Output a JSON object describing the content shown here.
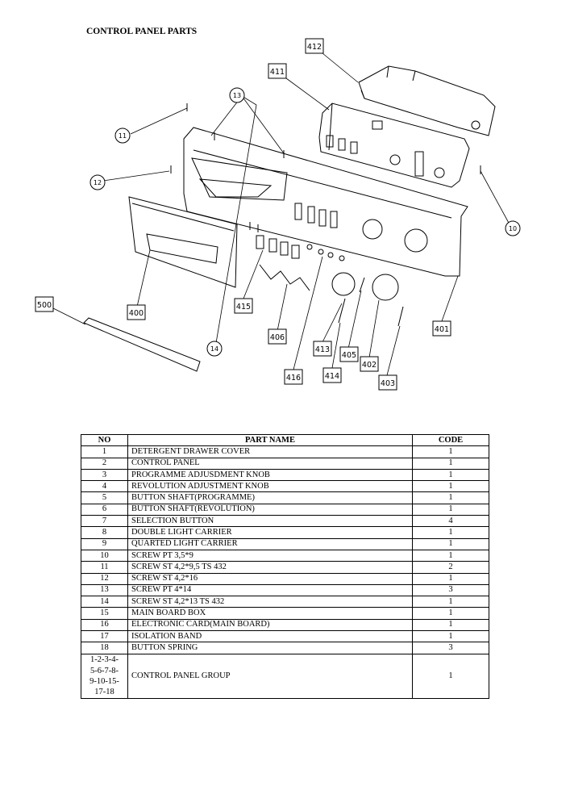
{
  "page_title": "CONTROL PANEL PARTS",
  "diagram": {
    "box_labels": [
      "412",
      "411",
      "500",
      "400",
      "415",
      "406",
      "413",
      "405",
      "402",
      "401",
      "416",
      "414",
      "403"
    ],
    "circle_labels": [
      "11",
      "12",
      "13",
      "14",
      "10"
    ]
  },
  "table": {
    "headers": {
      "no": "NO",
      "part_name": "PART NAME",
      "code": "CODE"
    },
    "rows": [
      {
        "no": "1",
        "name": "DETERGENT DRAWER COVER",
        "code": "1"
      },
      {
        "no": "2",
        "name": "CONTROL PANEL",
        "code": "1"
      },
      {
        "no": "3",
        "name": "PROGRAMME ADJUSDMENT KNOB",
        "code": "1"
      },
      {
        "no": "4",
        "name": "REVOLUTION ADJUSTMENT KNOB",
        "code": "1"
      },
      {
        "no": "5",
        "name": "BUTTON SHAFT(PROGRAMME)",
        "code": "1"
      },
      {
        "no": "6",
        "name": "BUTTON SHAFT(REVOLUTION)",
        "code": "1"
      },
      {
        "no": "7",
        "name": "SELECTION BUTTON",
        "code": "4"
      },
      {
        "no": "8",
        "name": "DOUBLE LIGHT CARRIER",
        "code": "1"
      },
      {
        "no": "9",
        "name": "QUARTED LIGHT CARRIER",
        "code": "1"
      },
      {
        "no": "10",
        "name": "SCREW PT 3,5*9",
        "code": "1"
      },
      {
        "no": "11",
        "name": "SCREW ST 4,2*9,5 TS 432",
        "code": "2"
      },
      {
        "no": "12",
        "name": "SCREW ST 4,2*16",
        "code": "1"
      },
      {
        "no": "13",
        "name": "SCREW PT 4*14",
        "code": "3"
      },
      {
        "no": "14",
        "name": "SCREW ST 4,2*13 TS 432",
        "code": "1"
      },
      {
        "no": "15",
        "name": "MAIN BOARD BOX",
        "code": "1"
      },
      {
        "no": "16",
        "name": "ELECTRONIC CARD(MAIN BOARD)",
        "code": "1"
      },
      {
        "no": "17",
        "name": "ISOLATION BAND",
        "code": "1"
      },
      {
        "no": "18",
        "name": "BUTTON SPRING",
        "code": "3"
      }
    ],
    "group_row": {
      "no_lines": [
        "1-2-3-4-",
        "5-6-7-8-",
        "9-10-15-",
        "17-18"
      ],
      "name": "CONTROL PANEL GROUP",
      "code": "1"
    }
  }
}
